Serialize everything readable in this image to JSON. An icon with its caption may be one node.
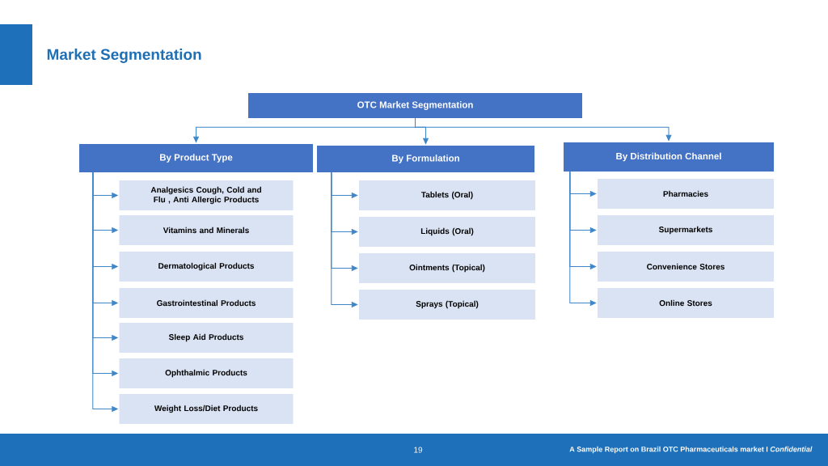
{
  "diagram": {
    "title": "Market Segmentation",
    "nodes": [
      {
        "text": [
          "OTC Market Segmentation"
        ]
      },
      {
        "text": [
          "By Product Type"
        ]
      },
      {
        "text": [
          "By Formulation"
        ]
      },
      {
        "text": [
          "By Distribution Channel"
        ]
      },
      {
        "text": [
          "Analgesics Cough, Cold and Flu , Anti Allergic Products"
        ]
      },
      {
        "text": [
          "Vitamins and Minerals"
        ]
      },
      {
        "text": [
          "Dermatological Products"
        ]
      },
      {
        "text": [
          "Gastrointestinal Products"
        ]
      },
      {
        "text": [
          "Sleep Aid Products"
        ]
      },
      {
        "text": [
          "Ophthalmic Products"
        ]
      },
      {
        "text": [
          "Weight Loss/Diet Products"
        ]
      },
      {
        "text": [
          "Tablets (Oral)"
        ]
      },
      {
        "text": [
          "Liquids (Oral)"
        ]
      },
      {
        "text": [
          "Ointments (Topical)"
        ]
      },
      {
        "text": [
          "Sprays (Topical)"
        ]
      },
      {
        "text": [
          "Pharmacies"
        ]
      },
      {
        "text": [
          "Supermarkets"
        ]
      },
      {
        "text": [
          "Convenience Stores"
        ]
      },
      {
        "text": [
          "Online Stores"
        ]
      }
    ],
    "edges": [
      {
        "from": 0,
        "to": 1,
        "arrow": "to"
      },
      {
        "from": 0,
        "to": 2,
        "arrow": "to"
      },
      {
        "from": 0,
        "to": 3,
        "arrow": "to"
      },
      {
        "from": 1,
        "to": 4,
        "arrow": "to"
      },
      {
        "from": 1,
        "to": 5,
        "arrow": "to"
      },
      {
        "from": 1,
        "to": 6,
        "arrow": "to"
      },
      {
        "from": 1,
        "to": 7,
        "arrow": "to"
      },
      {
        "from": 1,
        "to": 8,
        "arrow": "to"
      },
      {
        "from": 1,
        "to": 9,
        "arrow": "to"
      },
      {
        "from": 1,
        "to": 10,
        "arrow": "to"
      },
      {
        "from": 2,
        "to": 11,
        "arrow": "to"
      },
      {
        "from": 2,
        "to": 12,
        "arrow": "to"
      },
      {
        "from": 2,
        "to": 13,
        "arrow": "to"
      },
      {
        "from": 2,
        "to": 14,
        "arrow": "to"
      },
      {
        "from": 3,
        "to": 15,
        "arrow": "to"
      },
      {
        "from": 3,
        "to": 16,
        "arrow": "to"
      },
      {
        "from": 3,
        "to": 17,
        "arrow": "to"
      },
      {
        "from": 3,
        "to": 18,
        "arrow": "to"
      }
    ],
    "labels": [
      "19",
      "A Sample Report on Brazil OTC Pharmaceuticals market I *Confidential*"
    ]
  }
}
